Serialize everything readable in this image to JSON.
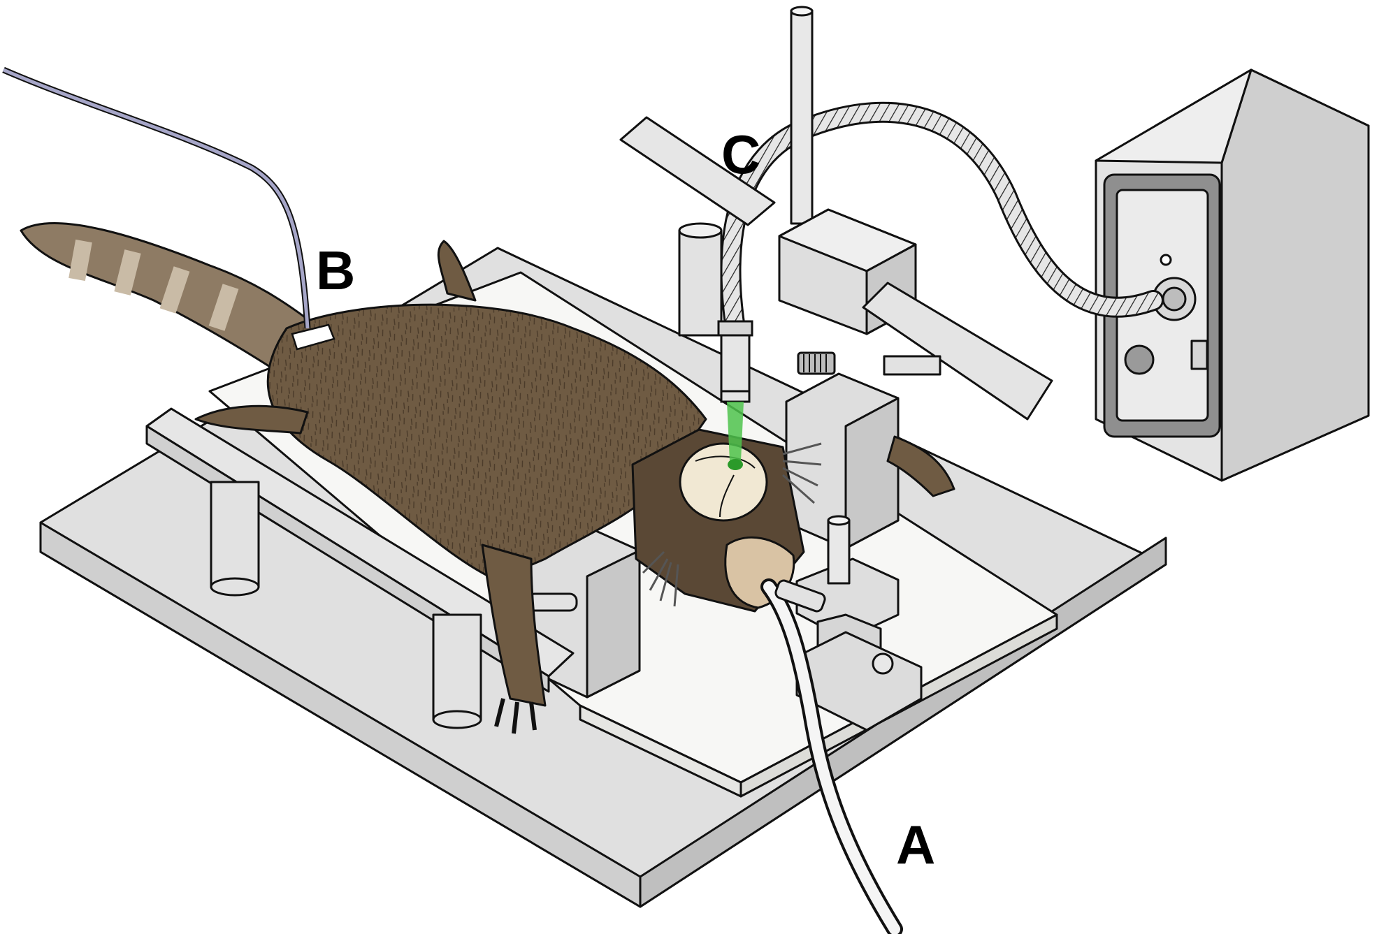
{
  "labels": {
    "a": "A",
    "b": "B",
    "c": "C"
  },
  "colors": {
    "outline": "#111111",
    "metal": "#dedede",
    "metal_light": "#ececec",
    "metal_dark": "#c4c4c4",
    "board": "#f7f7f5",
    "fur": "#6f5b43",
    "fur_dark": "#4b3b2a",
    "tail_light": "#b7a893",
    "skull": "#f1e8d3",
    "face": "#d9c3a4",
    "laser": "#4fc34c",
    "iv_line": "#a6a6c8",
    "screen": "#ebebeb"
  },
  "icons": {
    "tube_a": "ventilation-tube-icon",
    "line_b": "iv-catheter-line-icon",
    "probe_c": "light-guide-probe-icon",
    "box": "light-source-box-icon"
  }
}
